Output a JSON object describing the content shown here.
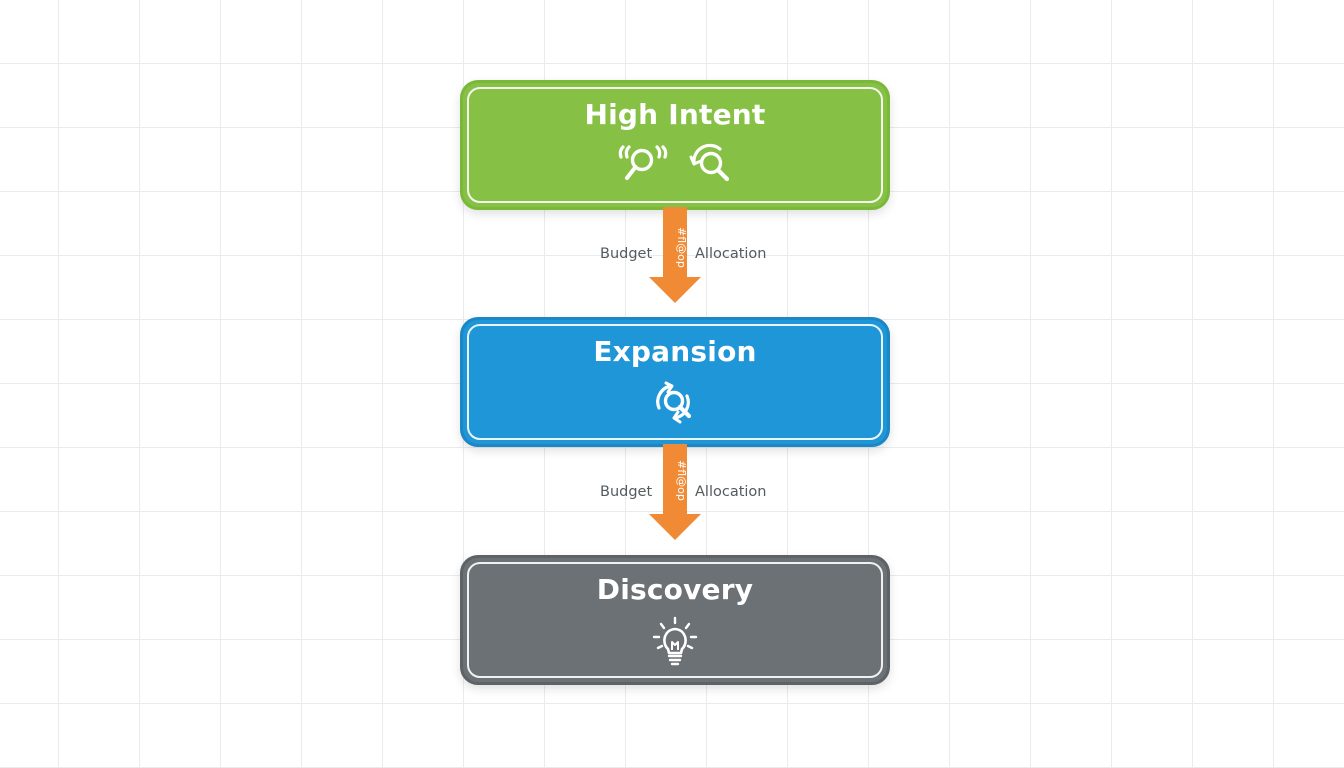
{
  "diagram": {
    "tiers": [
      {
        "title": "High Intent",
        "color": "#86c145",
        "icons": [
          "quote-search-icon",
          "refresh-search-icon"
        ]
      },
      {
        "title": "Expansion",
        "color": "#1e96d7",
        "icons": [
          "refresh-search-icon"
        ]
      },
      {
        "title": "Discovery",
        "color": "#6b7175",
        "icons": [
          "lightbulb-icon"
        ]
      }
    ],
    "connectors": [
      {
        "left_label": "Budget",
        "right_label": "Allocation",
        "shaft_text": "#fl@op",
        "color": "#f08a35"
      },
      {
        "left_label": "Budget",
        "right_label": "Allocation",
        "shaft_text": "#fl@op",
        "color": "#f08a35"
      }
    ],
    "background": {
      "color": "#ffffff",
      "grid_color": "#e9ecef"
    }
  }
}
